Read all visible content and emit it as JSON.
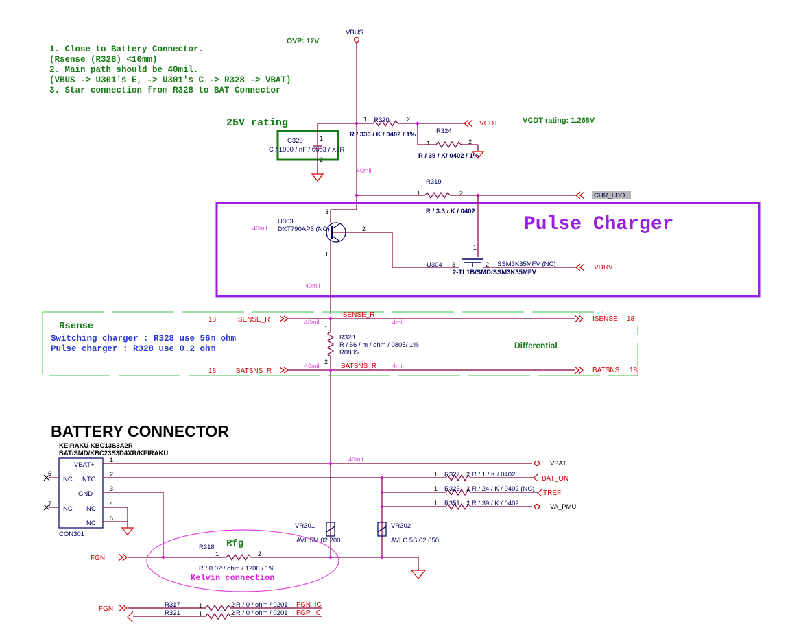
{
  "notes": {
    "line1": "1. Close to Battery Connector.",
    "line2": "(Rsense (R328) <10mm)",
    "line3": "2. Main path should be 40mil.",
    "line4": "(VBUS  -> U301's E, -> U301's C -> R328 -> VBAT)",
    "line5": "3. Star connection from R328 to BAT Connector",
    "ovp": "OVP: 12V",
    "rating25": "25V rating",
    "vcdt_rating": "VCDT rating: 1.268V",
    "rsense_title": "Rsense",
    "rsense_line1": "Switching charger : R328 use 56m ohm",
    "rsense_line2": "Pulse charger : R328 use 0.2 ohm",
    "differential": "Differential",
    "rfg": "Rfg",
    "kelvin": "Kelvin connection"
  },
  "pulse_charger": {
    "title": "Pulse Charger"
  },
  "battery": {
    "title": "BATTERY CONNECTOR",
    "part1": "KEIRAKU KBC13S3A2R",
    "part2": "BAT/SMD/KBC23S3D4XR/KEIRAKU",
    "ref": "CON301",
    "pins": {
      "vbat": "VBAT+",
      "ntc": "NTC",
      "gnd": "GND-",
      "nc1": "NC",
      "nc2": "NC",
      "nc_left1": "NC",
      "nc_left2": "NC",
      "p1": "1",
      "p2": "2",
      "p3": "3",
      "p4": "4",
      "p5": "5",
      "p6": "6",
      "p7": "7"
    }
  },
  "components": {
    "c329": {
      "ref": "C329",
      "value": "C / 1000 / nF / 0603 / X5R",
      "p1": "1",
      "p2": "2"
    },
    "r320": {
      "ref": "R320",
      "value": "R / 330 / K / 0402 / 1%",
      "p1": "1",
      "p2": "2"
    },
    "r324": {
      "ref": "R324",
      "value": "R / 39 / K/ 0402 / 1%",
      "p1": "1",
      "p2": "2"
    },
    "r319": {
      "ref": "R319",
      "value": "R / 3.3 / K / 0402",
      "p1": "1",
      "p2": "2"
    },
    "u303": {
      "ref": "U303",
      "value": "DXT790AP5 (NC)",
      "p1": "1",
      "p2": "2",
      "p3": "3"
    },
    "u304": {
      "ref": "U304",
      "value": "SSM3K35MFV (NC)",
      "footprint": "2-TL1B/SMD/SSM3K35MFV",
      "p1": "1",
      "p2": "2",
      "p3": "3"
    },
    "r328": {
      "ref": "R328",
      "value": "R / 56 / m / ohm / 0805/ 1%",
      "footprint": "R0805",
      "p1": "1",
      "p2": "2"
    },
    "r327": {
      "ref": "R327",
      "value": "R / 1 / K / 0402",
      "p1": "1",
      "p2": "2"
    },
    "r323": {
      "ref": "R323",
      "value": "R / 24 / K / 0402 (NC)",
      "p1": "1",
      "p2": "2"
    },
    "r351": {
      "ref": "R351",
      "value": "R / 39 / K / 0402",
      "p1": "1",
      "p2": "2"
    },
    "vr301": {
      "ref": "VR301",
      "value": "AVL 5M 02 200"
    },
    "vr302": {
      "ref": "VR302",
      "value": "AVLC 5S 02 050"
    },
    "r318": {
      "ref": "R318",
      "value": "R / 0.02 / ohm / 1206 / 1%",
      "p1": "1",
      "p2": "2"
    },
    "r317": {
      "ref": "R317",
      "value": "R / 0 / ohm / 0201",
      "p1": "1",
      "p2": "2"
    },
    "r321": {
      "ref": "R321",
      "value": "R / 0 / ohm / 0201",
      "p1": "1",
      "p2": "2"
    }
  },
  "nets": {
    "vbus": "VBUS",
    "vcdt": "VCDT",
    "chr_ldo": "CHR_LDO",
    "vdrv": "VDRV",
    "isense_r": "ISENSE_R",
    "isense": "ISENSE",
    "batsns_r": "BATSNS_R",
    "batsns": "BATSNS",
    "sheet18": "18",
    "vbat": "VBAT",
    "bat_on": "BAT_ON",
    "tref": "TREF",
    "va_pmu": "VA_PMU",
    "fgn": "FGN",
    "fgn_ic": "FGN_IC",
    "fgp_ic": "FGP_IC"
  },
  "wire_widths": {
    "w40": "40mil",
    "w4": "4mil"
  },
  "colors": {
    "note": "#157a15",
    "net": "#d00000",
    "wire": "#800040",
    "box": "#9a1fe0",
    "label": "#000060"
  }
}
